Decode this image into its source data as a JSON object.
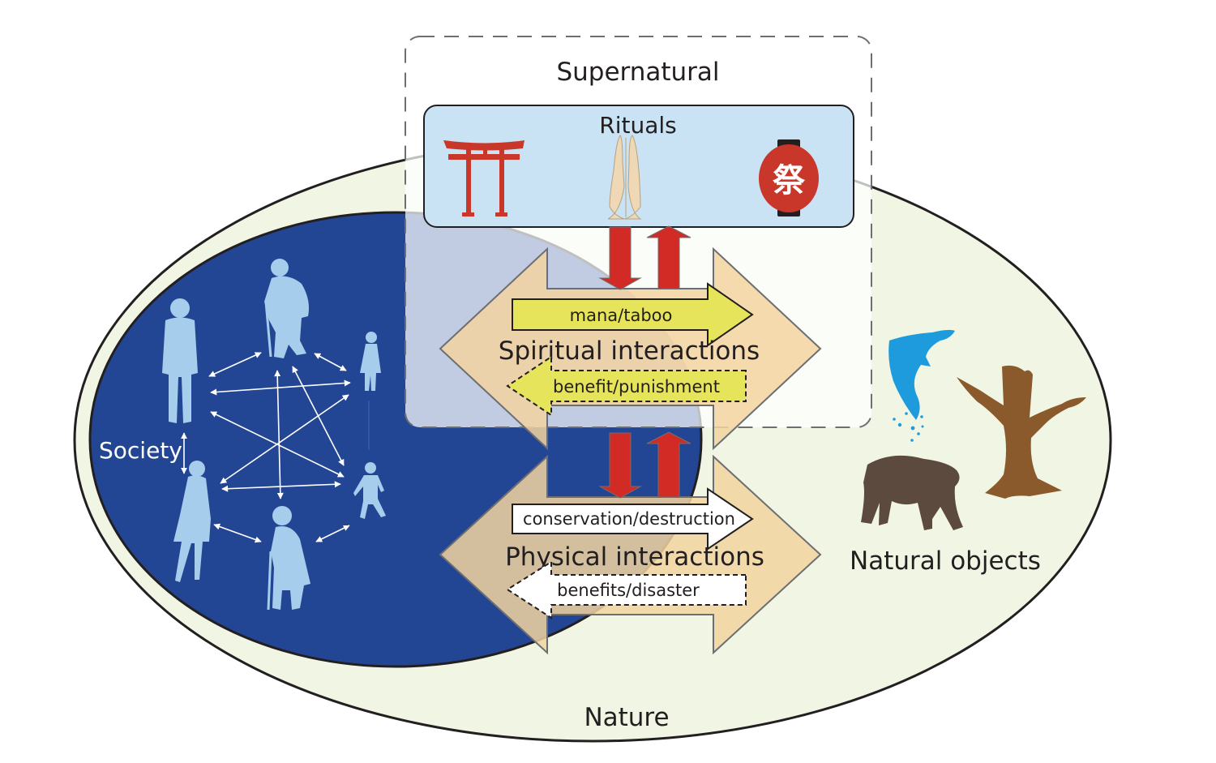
{
  "diagram": {
    "nature": {
      "label": "Nature",
      "fill": "#f1f6e4"
    },
    "society": {
      "label": "Society",
      "fill": "#234694"
    },
    "supernatural": {
      "label": "Supernatural"
    },
    "rituals": {
      "label": "Rituals",
      "fill": "#c9e3f5",
      "icons": [
        "torii-gate-icon",
        "praying-hands-icon",
        "festival-lantern-icon"
      ],
      "lantern_glyph": "祭"
    },
    "spiritual": {
      "label": "Spiritual interactions",
      "forward_label": "mana/taboo",
      "backward_label": "benefit/punishment",
      "arrow_fill": "#e6e45a"
    },
    "physical": {
      "label": "Physical interactions",
      "forward_label": "conservation/destruction",
      "backward_label": "benefits/disaster"
    },
    "natural_objects": {
      "label": "Natural objects",
      "icons": [
        "salmon-icon",
        "bear-icon",
        "dead-tree-icon"
      ]
    },
    "people": [
      "man-icon",
      "elderly-man-icon",
      "girl-icon",
      "woman-icon",
      "elderly-woman-icon",
      "boy-icon"
    ],
    "colors": {
      "big_arrow": "#f2d3a0",
      "red_arrow": "#d22b25",
      "people": "#a7cdec",
      "torii": "#c8372a",
      "salmon": "#1e9bdc",
      "bear": "#5d4a3e",
      "tree": "#8a5a2c"
    }
  }
}
